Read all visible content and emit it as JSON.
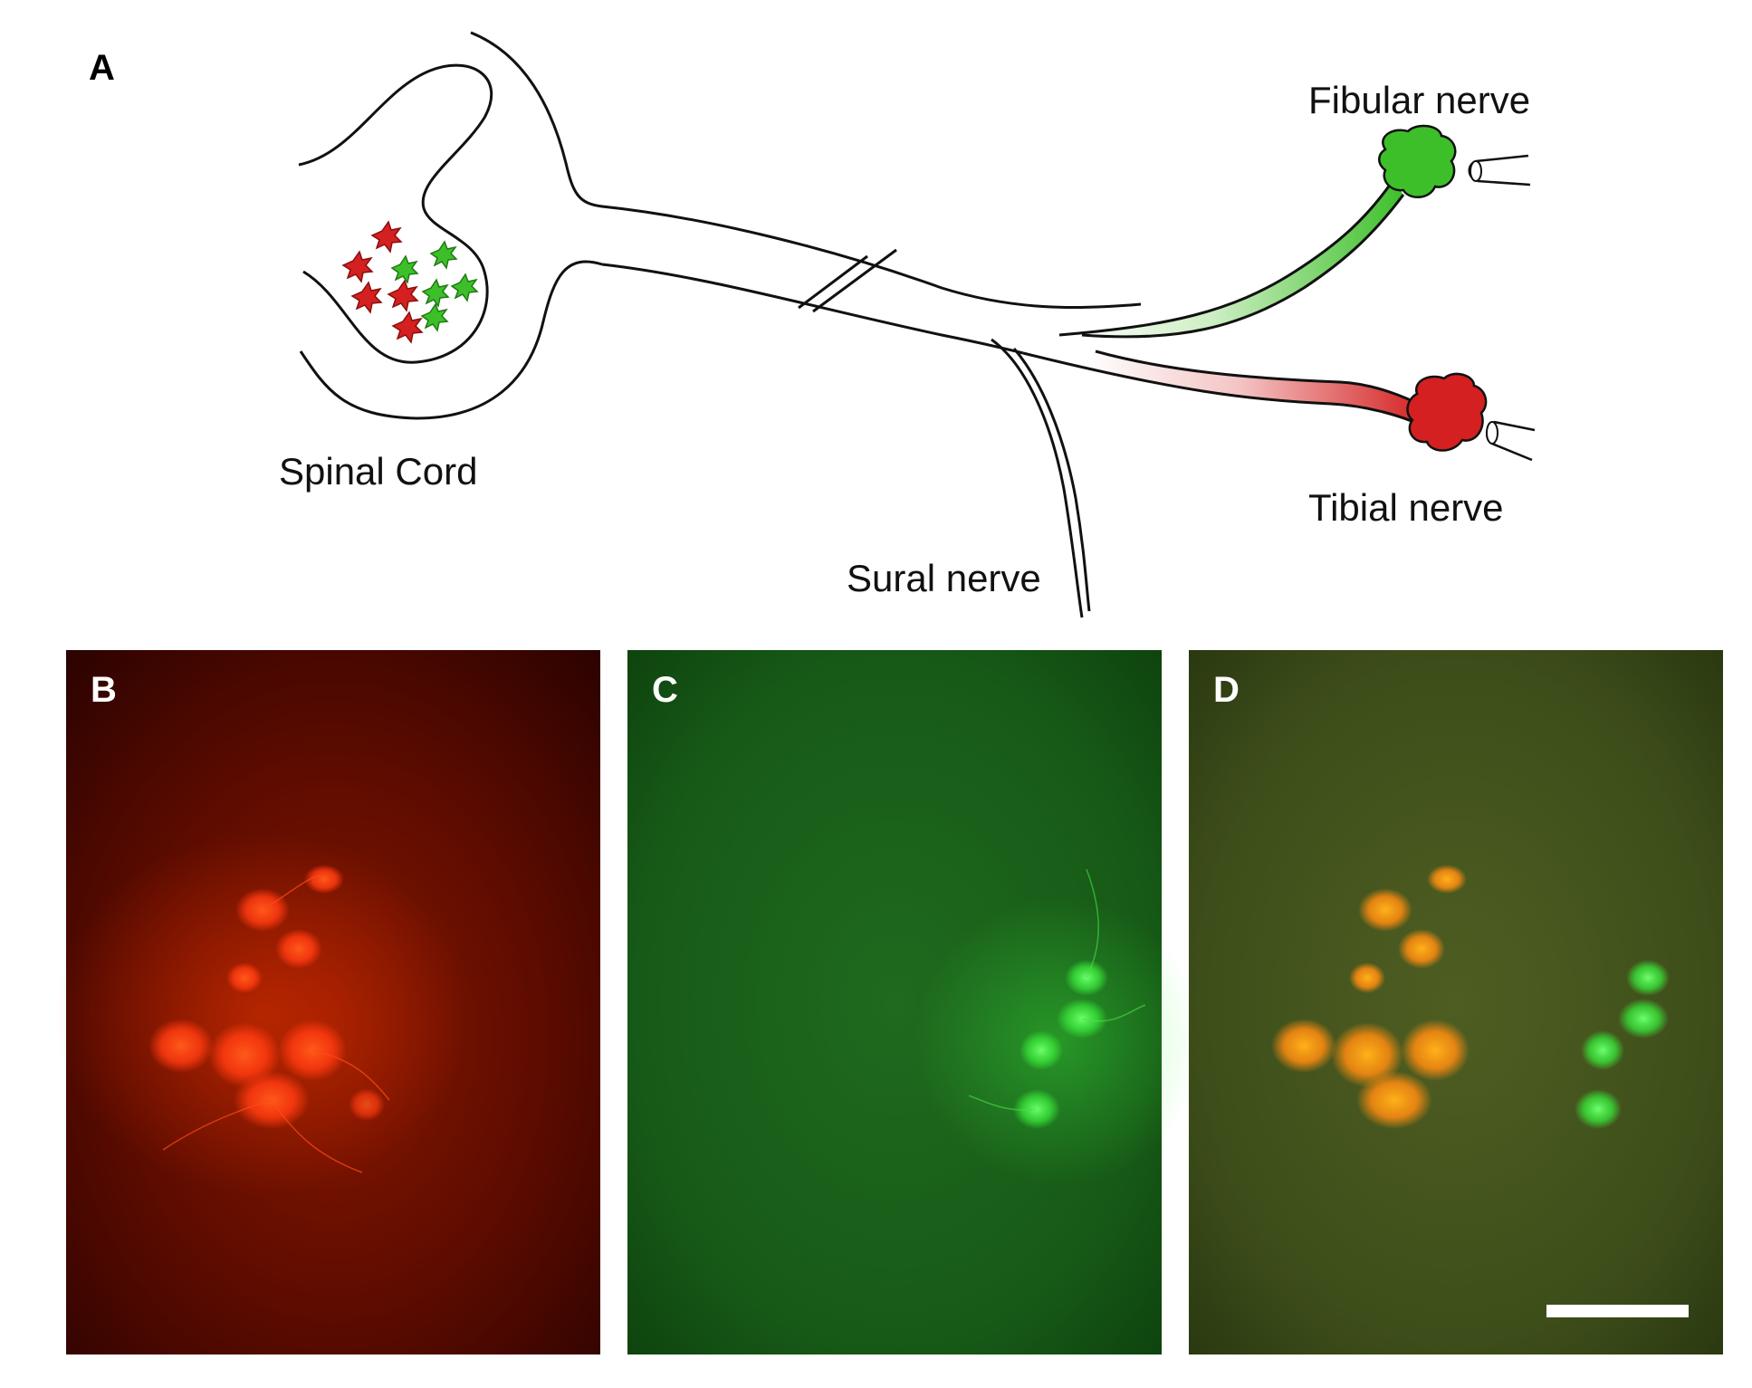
{
  "panels": {
    "a": {
      "letter": "A"
    },
    "b": {
      "letter": "B"
    },
    "c": {
      "letter": "C"
    },
    "d": {
      "letter": "D"
    }
  },
  "diagram": {
    "spinal_cord_label": "Spinal Cord",
    "fibular_label": "Fibular nerve",
    "tibial_label": "Tibial nerve",
    "sural_label": "Sural nerve"
  },
  "colors": {
    "fibular_tracer": "#3dbf2a",
    "tibial_tracer": "#d42020",
    "outline": "#111111",
    "panel_b_bg": "#3a0400",
    "panel_c_bg": "#0f4a0f",
    "panel_d_bg": "#3a4a14",
    "scale_bar": "#ffffff"
  }
}
